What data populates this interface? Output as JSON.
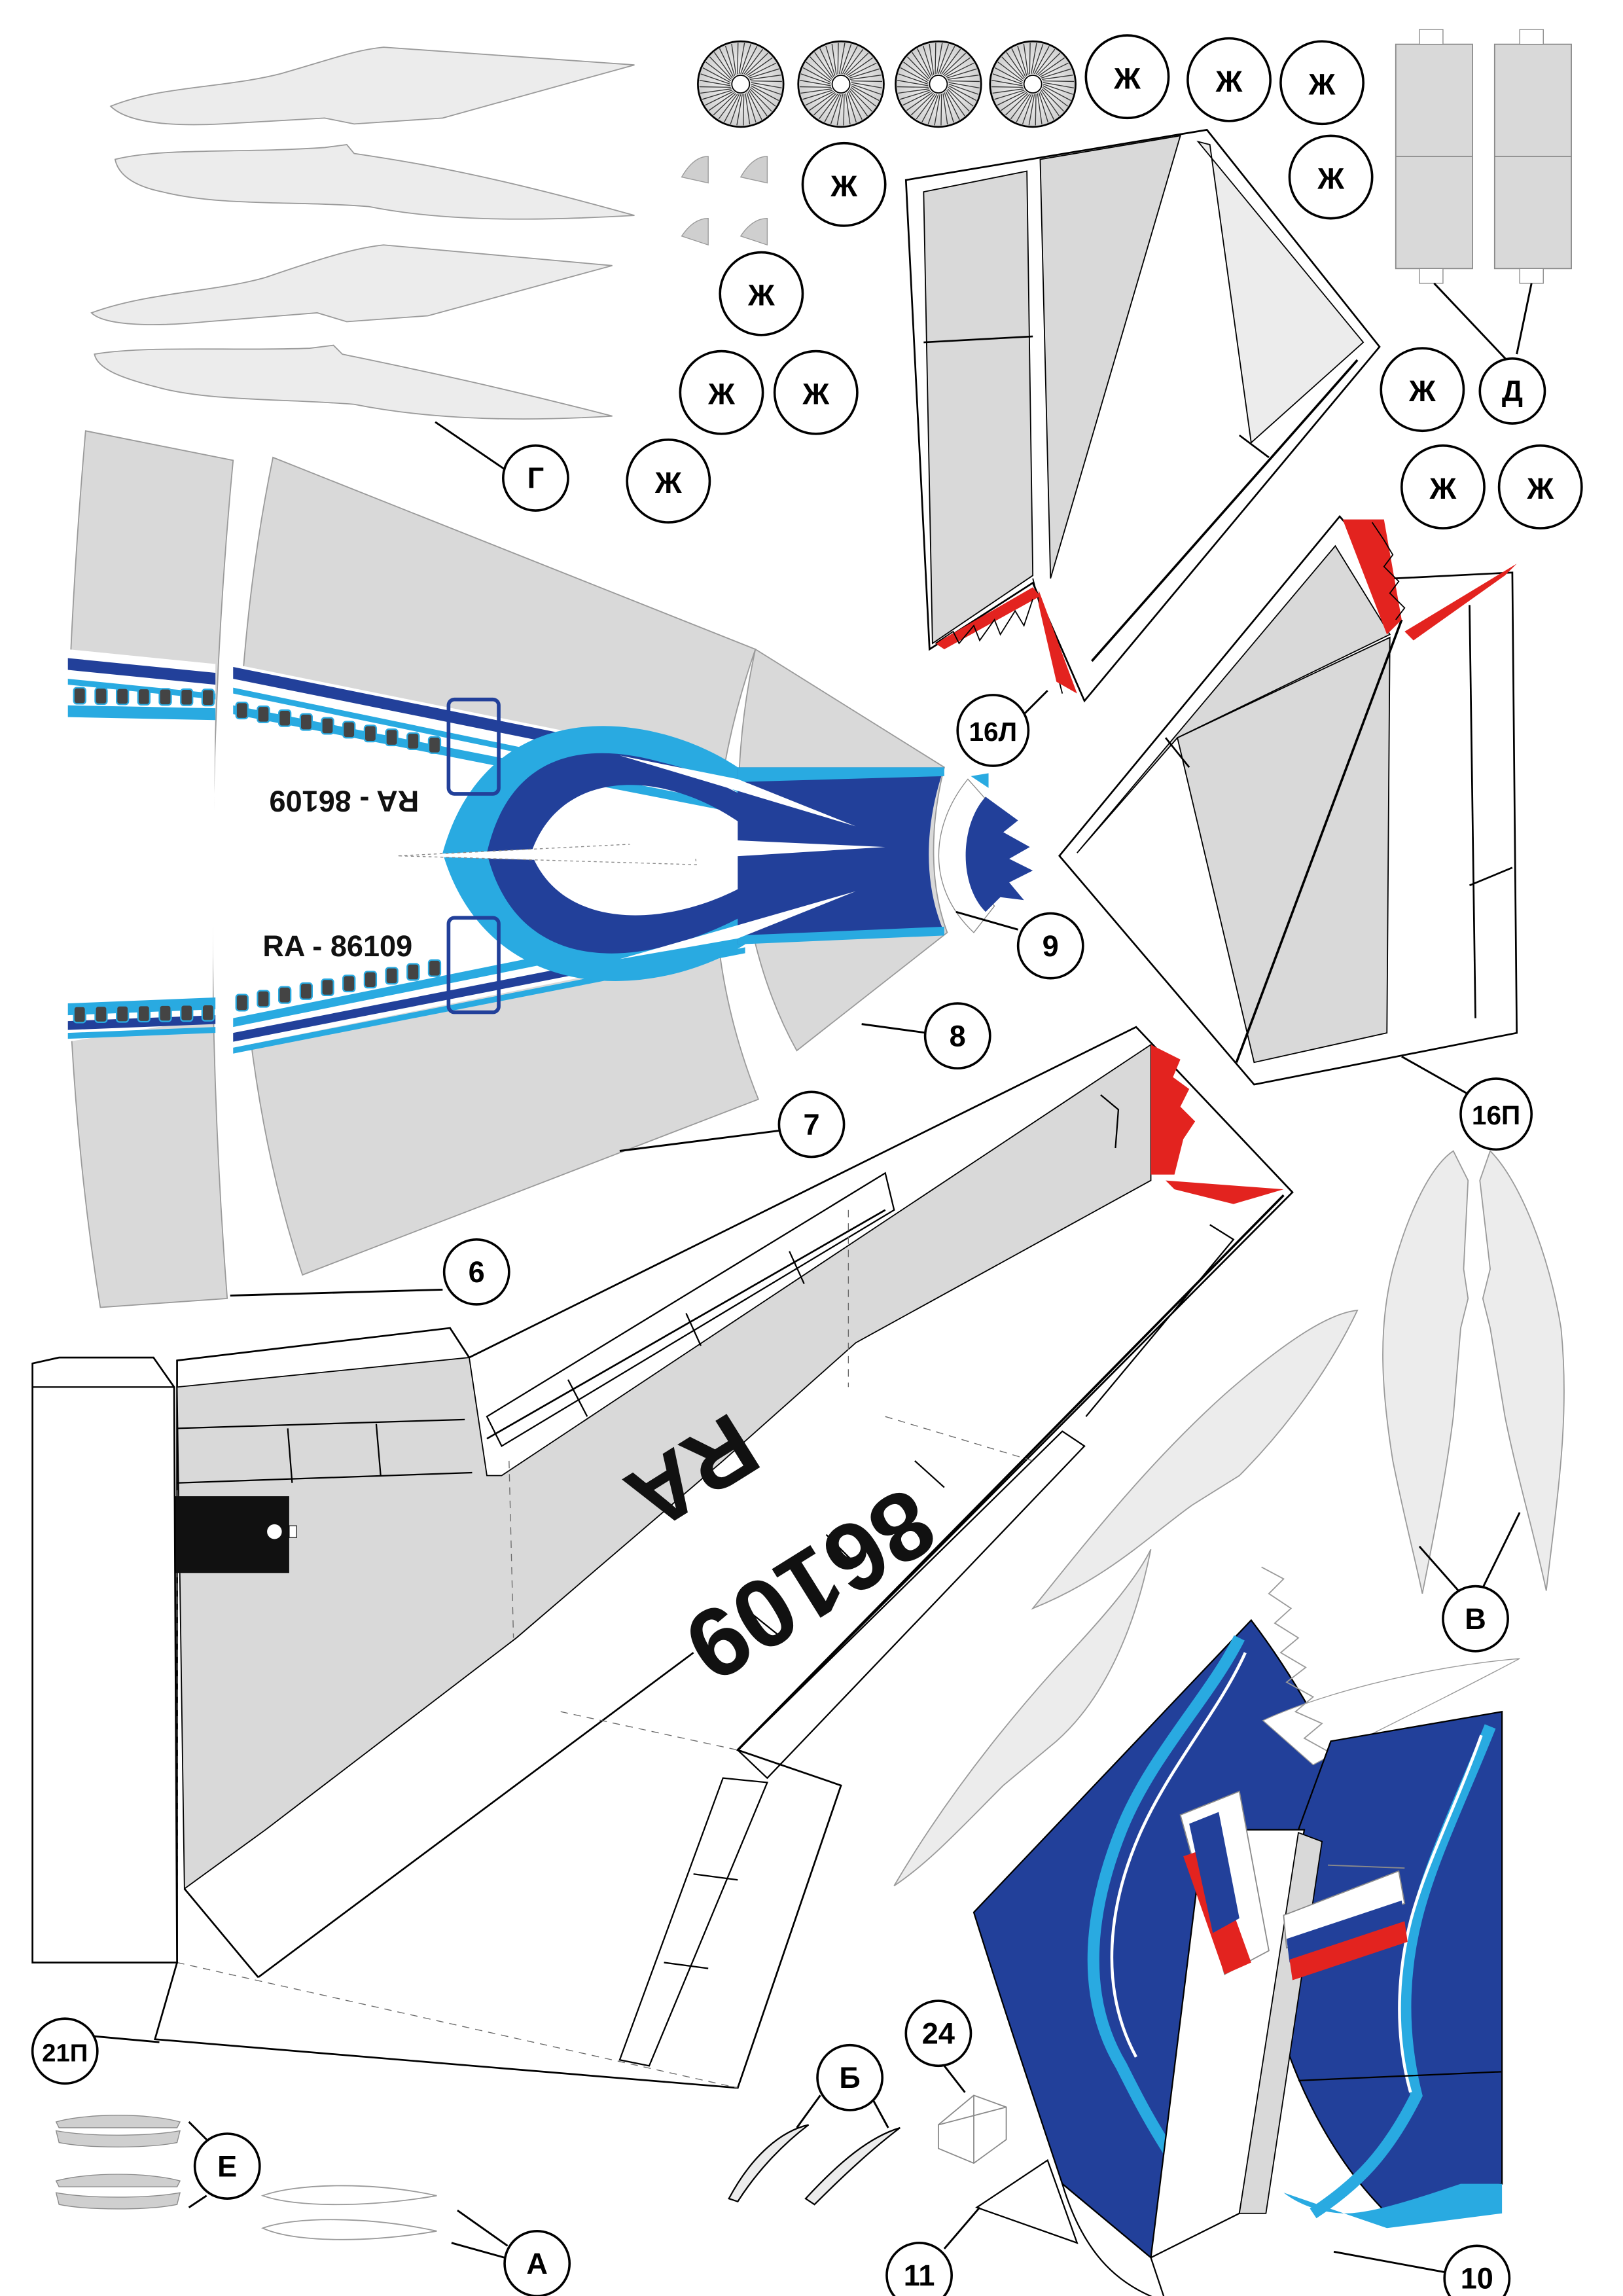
{
  "sheet": {
    "colors": {
      "panel_gray": "#d9d9d9",
      "light_gray": "#ececec",
      "navy": "#22409a",
      "sky": "#29aae1",
      "red": "#e3231f",
      "black": "#111111"
    }
  },
  "labels": {
    "g": "Г",
    "zh": "Ж",
    "d": "Д",
    "l16": "16Л",
    "p16": "16П",
    "n9": "9",
    "n8": "8",
    "n7": "7",
    "n6": "6",
    "v": "В",
    "p21": "21П",
    "b": "Б",
    "n24": "24",
    "e": "Е",
    "n11": "11",
    "a": "А",
    "n10": "10"
  },
  "registration": {
    "fuselage": "RA - 86109",
    "wing_prefix": "RA",
    "wing_number": "86109"
  }
}
